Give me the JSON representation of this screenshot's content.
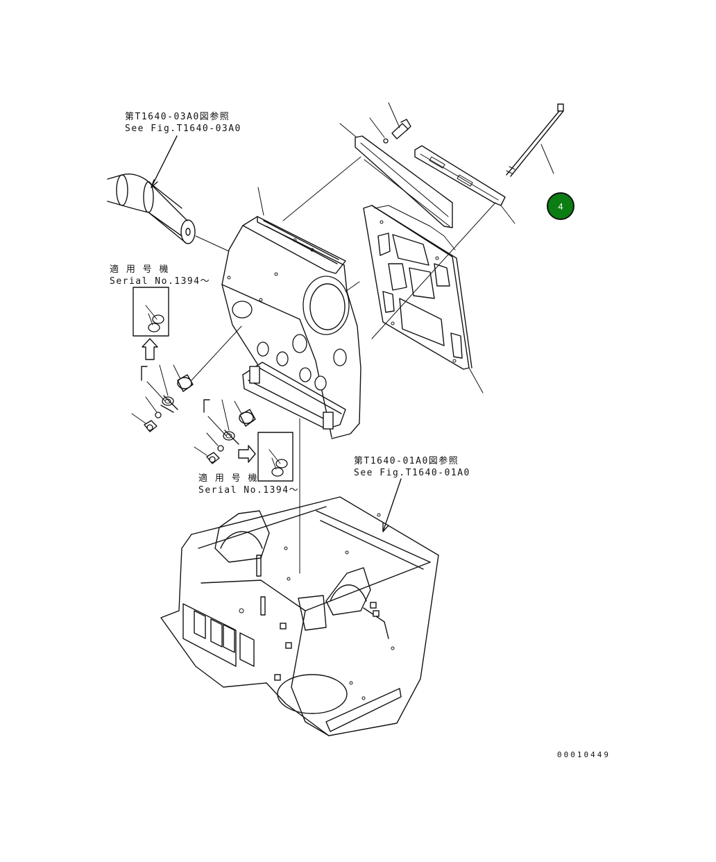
{
  "refs": {
    "top_left_jp": "第T1640-03A0図参照",
    "top_left_en": "See Fig.T1640-03A0",
    "bottom_right_jp": "第T1640-01A0図参照",
    "bottom_right_en": "See Fig.T1640-01A0"
  },
  "serial_notes": [
    {
      "jp": "適 用 号 機",
      "en": "Serial No.1394～"
    },
    {
      "jp": "適 用 号 機",
      "en": "Serial No.1394～"
    }
  ],
  "callout": {
    "label": "4",
    "color": "#0b7d12"
  },
  "drawing_number": "00010449"
}
